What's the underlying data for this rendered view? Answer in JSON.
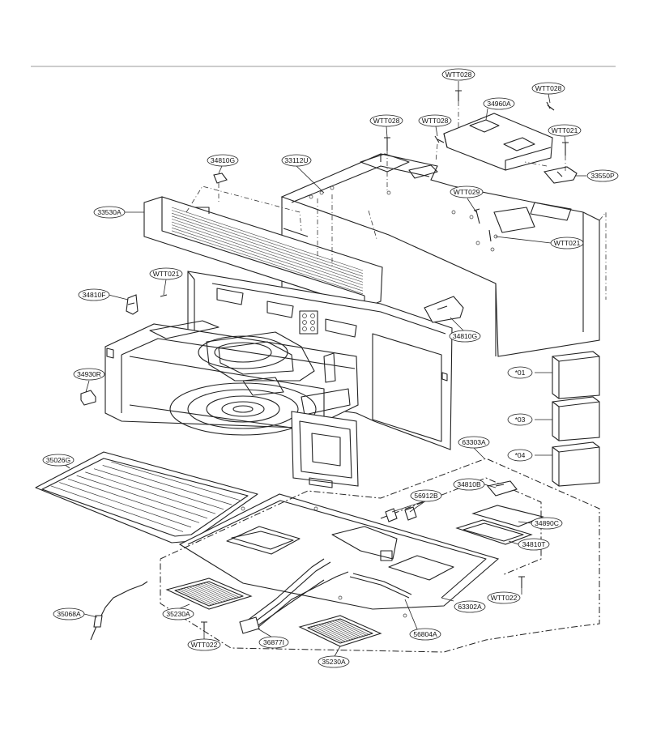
{
  "labels": {
    "wtt028_top": "WTT028",
    "wtt028_right": "WTT028",
    "wtt028_mid": "WTT028",
    "wtt028_left": "WTT028",
    "p34960A": "34960A",
    "wtt021_right": "WTT021",
    "p33550P": "33550P",
    "p33112U": "33112U",
    "p34810G_top": "34810G",
    "wtt029": "WTT029",
    "p33530A": "33530A",
    "wtt021_cabinet": "WTT021",
    "wtt021_left": "WTT021",
    "p34810F": "34810F",
    "p34810G_mid": "34810G",
    "p34930R": "34930R",
    "c01": "*01",
    "c03": "*03",
    "c04": "*04",
    "p63303A": "63303A",
    "p35026G": "35026G",
    "p34810B": "34810B",
    "p56912B": "56912B",
    "p34890C": "34890C",
    "p34810T": "34810T",
    "wtt022_right": "WTT022",
    "p63302A": "63302A",
    "p35068A": "35068A",
    "p35230A_left": "35230A",
    "wtt022_left": "WTT022",
    "p36877I": "36877I",
    "p56804A": "56804A",
    "p35230A_bottom": "35230A"
  }
}
